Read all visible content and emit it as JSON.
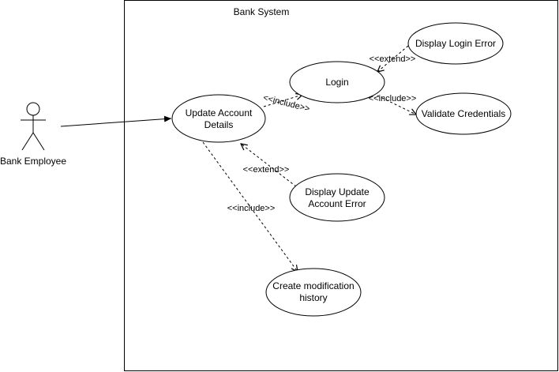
{
  "system": {
    "title": "Bank System"
  },
  "actor": {
    "name": "Bank Employee"
  },
  "use_cases": {
    "update_account_details": [
      "Update Account",
      "Details"
    ],
    "login": [
      "Login"
    ],
    "display_login_error": [
      "Display Login Error"
    ],
    "validate_credentials": [
      "Validate Credentials"
    ],
    "display_update_account_error": [
      "Display Update",
      "Account Error"
    ],
    "create_modification_history": [
      "Create modification",
      "history"
    ]
  },
  "relations": {
    "update_to_login": "<<include>>",
    "login_error_extends_login": "<<extend>>",
    "login_to_validate": "<<include>>",
    "update_error_extends_update": "<<extend>>",
    "update_to_history": "<<include>>"
  }
}
